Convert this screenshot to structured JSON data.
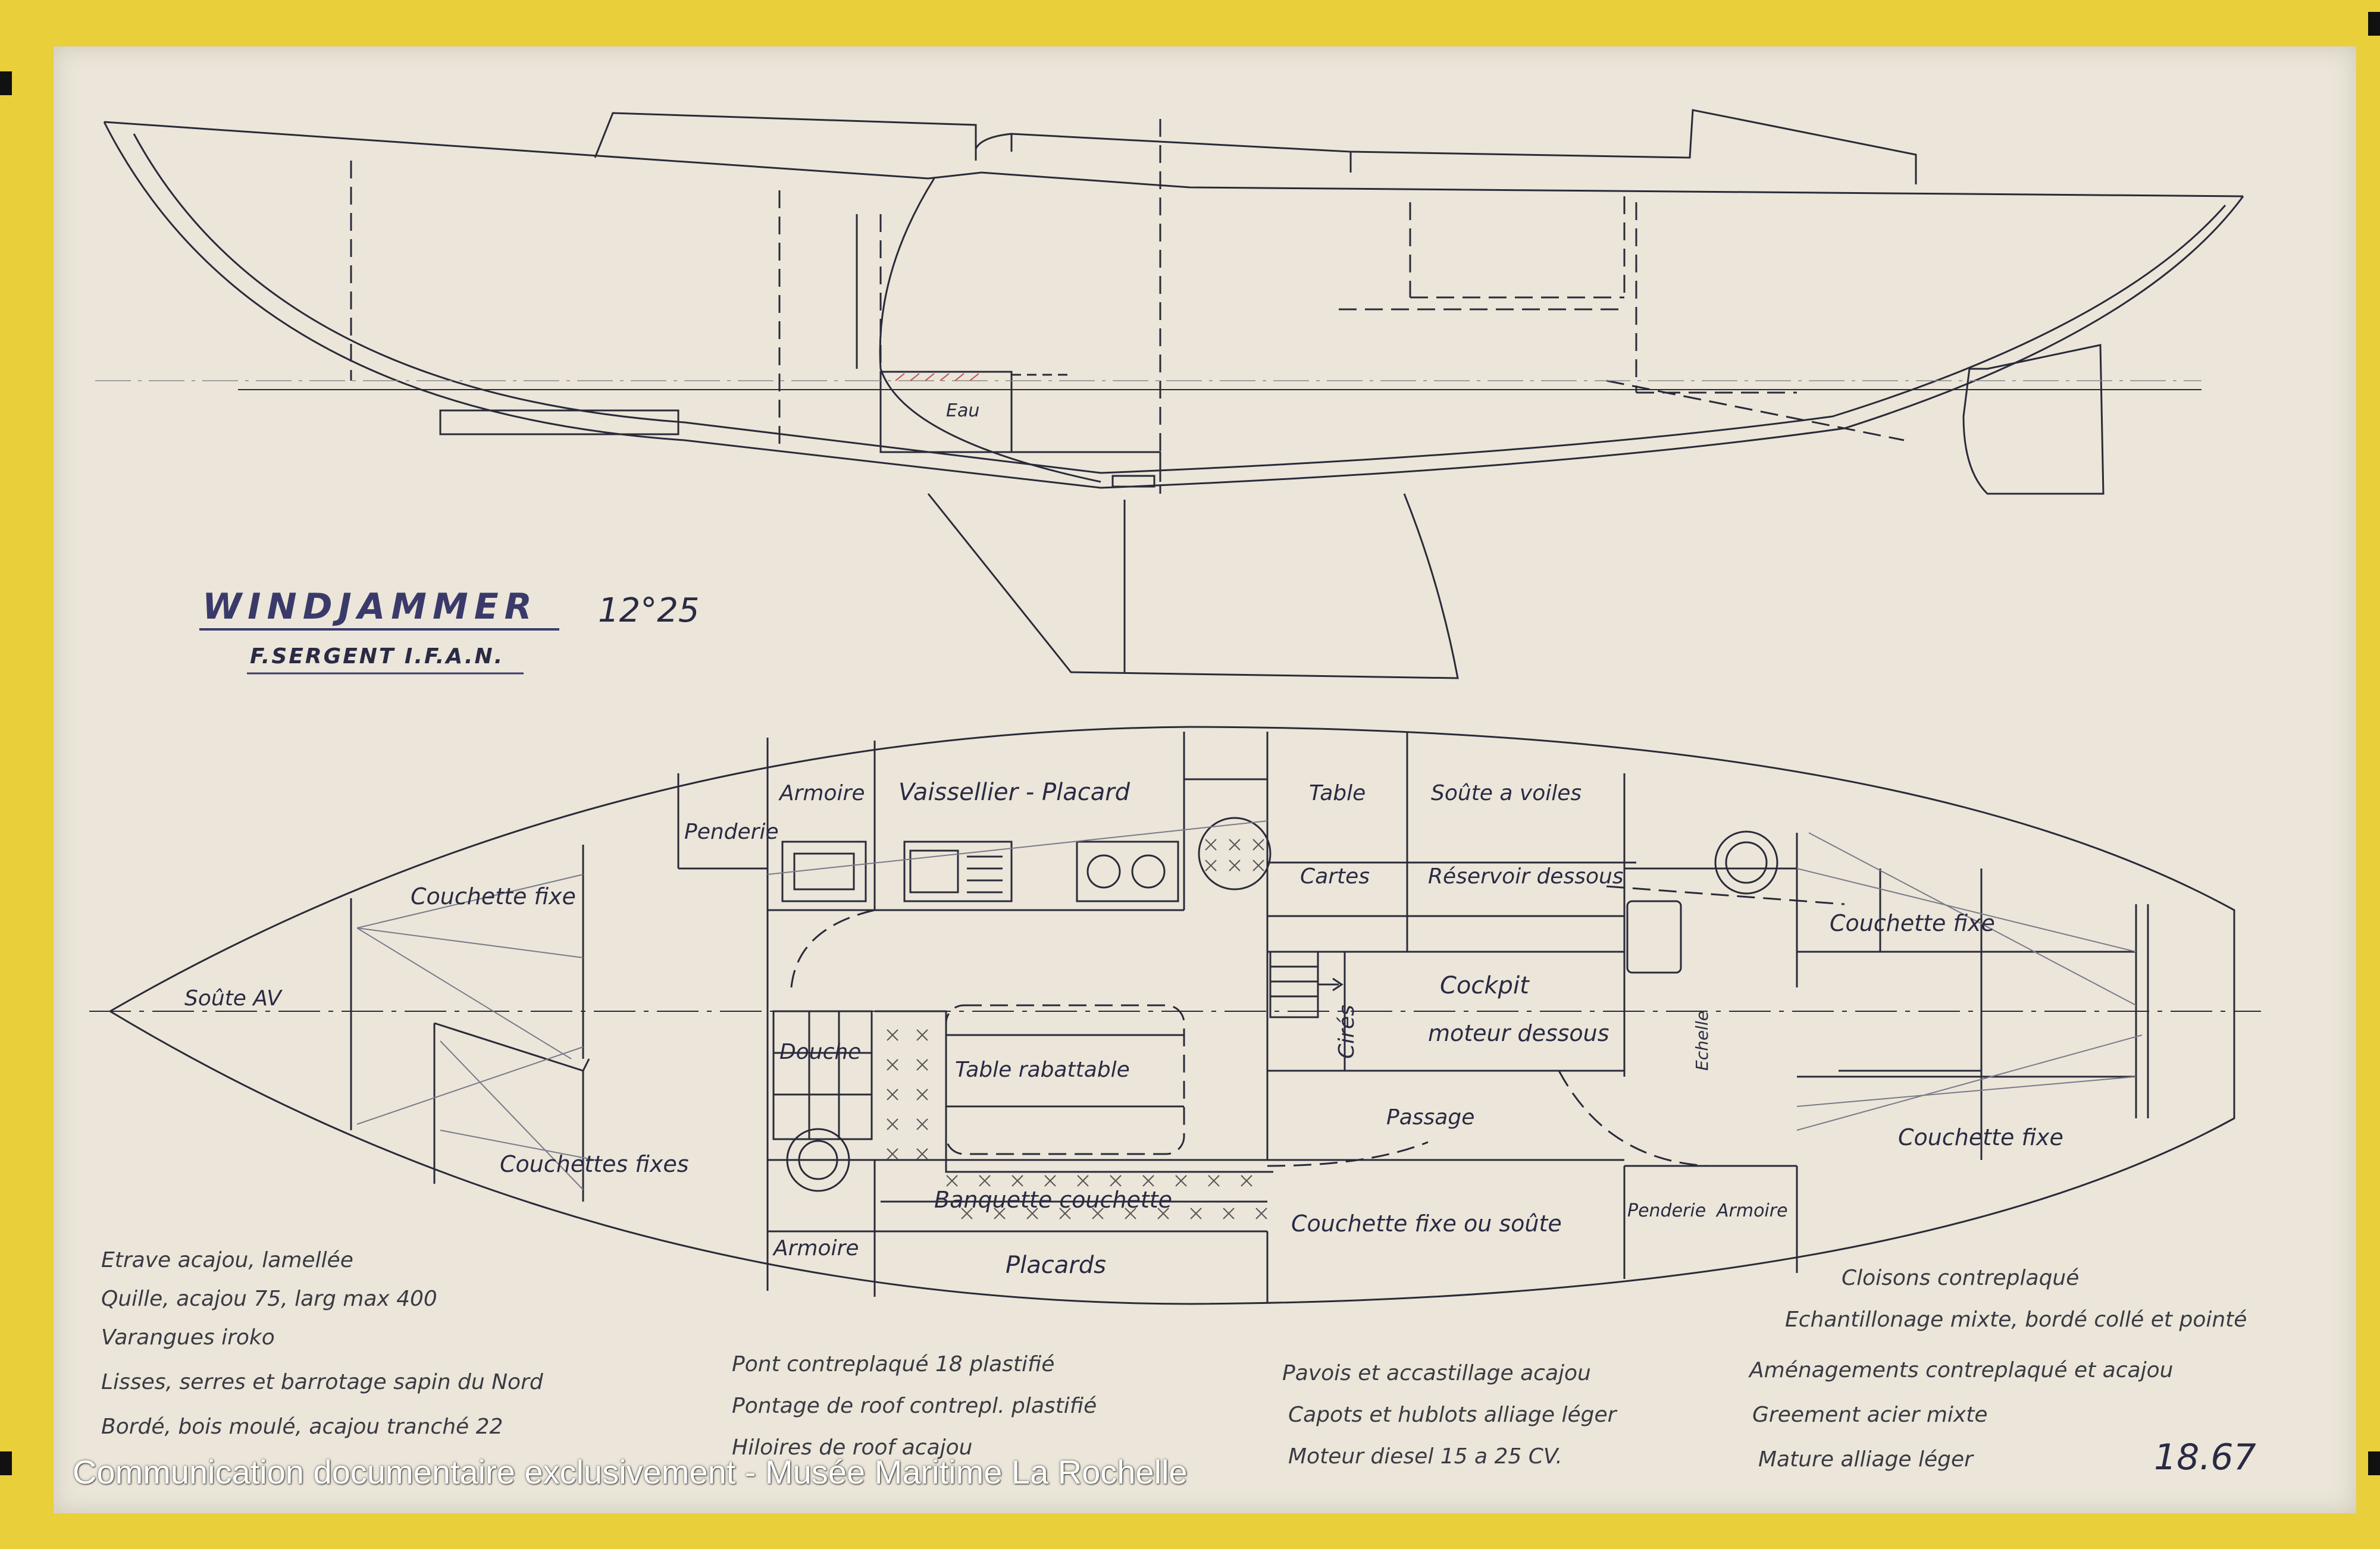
{
  "title": {
    "name": "WINDJAMMER",
    "length": "12°25",
    "designer": "F.SERGENT I.F.A.N."
  },
  "profile_labels": {
    "eau": "Eau"
  },
  "plan_labels": {
    "armoire_top": "Armoire",
    "vaisselier": "Vaissellier - Placard",
    "penderie": "Penderie",
    "table": "Table",
    "cartes": "Cartes",
    "soute_voiles": "Soûte a voiles",
    "reservoir": "Réservoir dessous",
    "couchette_fixe_fore": "Couchette fixe",
    "couchette_fixe_aft_top": "Couchette fixe",
    "soute_av": "Soûte AV",
    "douche": "Douche",
    "table_rabattable": "Table rabattable",
    "cires": "Cirés",
    "cockpit": "Cockpit",
    "moteur": "moteur dessous",
    "echelle": "Echelle",
    "passage": "Passage",
    "couchettes_fixes": "Couchettes fixes",
    "banquette": "Banquette couchette",
    "couchette_fixe_aft_bottom": "Couchette fixe",
    "armoire_bottom": "Armoire",
    "placards": "Placards",
    "couchette_soute": "Couchette fixe ou soûte",
    "penderie_aft": "Penderie",
    "armoire_aft": "Armoire"
  },
  "notes": {
    "col1": [
      "Etrave acajou, lamellée",
      "Quille, acajou 75, larg max 400",
      "Varangues iroko",
      "Lisses, serres et barrotage sapin du Nord",
      "Bordé, bois moulé, acajou tranché 22"
    ],
    "col2": [
      "Pont contreplaqué 18 plastifié",
      "Pontage de roof contrepl. plastifié",
      "Hiloires de roof acajou"
    ],
    "col3": [
      "Pavois et accastillage acajou",
      "Capots et hublots alliage léger",
      "Moteur diesel 15 a 25 CV."
    ],
    "col4": [
      "Cloisons contreplaqué",
      "Echantillonage mixte, bordé collé et pointé",
      "Aménagements contreplaqué et acajou",
      "Greement acier mixte",
      "Mature alliage léger"
    ]
  },
  "archive_number": "18.67",
  "watermark": "Communication documentaire exclusivement - Musée Maritime La Rochelle",
  "colors": {
    "frame": "#e9cf3a",
    "paper": "#ebe6d9",
    "ink": "#2a2a3a",
    "title_ink": "#3a3a6a",
    "hatch": "#c0504d"
  }
}
